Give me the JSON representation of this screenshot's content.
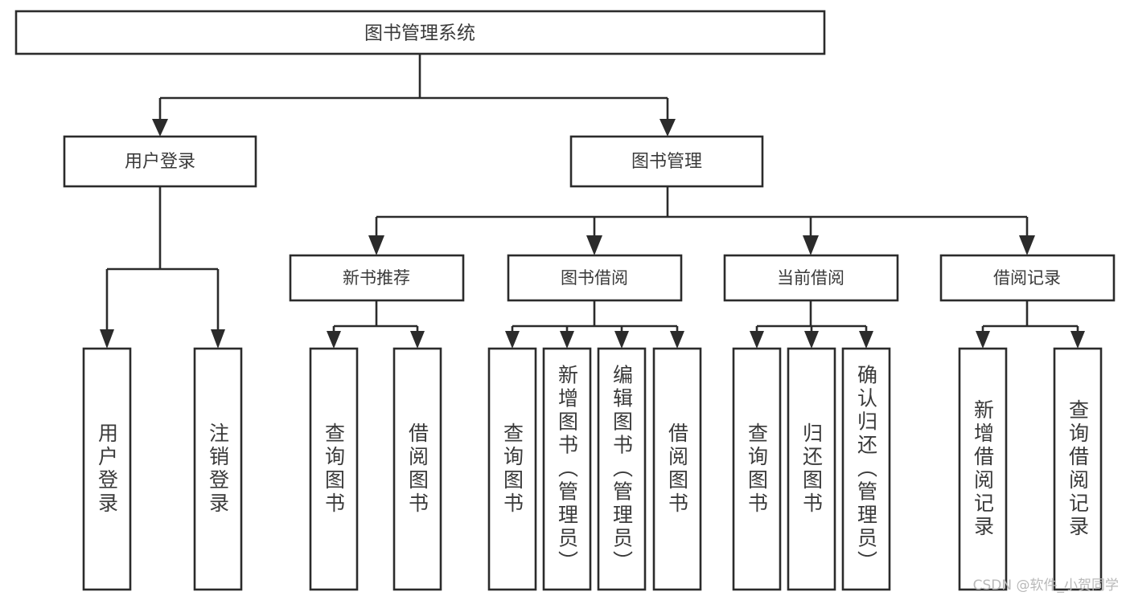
{
  "diagram": {
    "title_node": {
      "label": "图书管理系统"
    },
    "level2": [
      {
        "id": "user-login",
        "label": "用户登录"
      },
      {
        "id": "book-manage",
        "label": "图书管理"
      }
    ],
    "level3": [
      {
        "id": "new-book-recommend",
        "label": "新书推荐",
        "parent": "book-manage"
      },
      {
        "id": "book-borrow",
        "label": "图书借阅",
        "parent": "book-manage"
      },
      {
        "id": "current-borrow",
        "label": "当前借阅",
        "parent": "book-manage"
      },
      {
        "id": "borrow-record",
        "label": "借阅记录",
        "parent": "book-manage"
      }
    ],
    "leaves": {
      "user-login": [
        {
          "id": "leaf-user-login",
          "label": "用户登录"
        },
        {
          "id": "leaf-logout",
          "label": "注销登录"
        }
      ],
      "new-book-recommend": [
        {
          "id": "leaf-query-book-1",
          "label": "查询图书"
        },
        {
          "id": "leaf-borrow-book-1",
          "label": "借阅图书"
        }
      ],
      "book-borrow": [
        {
          "id": "leaf-query-book-2",
          "label": "查询图书"
        },
        {
          "id": "leaf-add-book",
          "label": "新增图书（管理员）"
        },
        {
          "id": "leaf-edit-book",
          "label": "编辑图书（管理员）"
        },
        {
          "id": "leaf-borrow-book-2",
          "label": "借阅图书"
        }
      ],
      "current-borrow": [
        {
          "id": "leaf-query-book-3",
          "label": "查询图书"
        },
        {
          "id": "leaf-return-book",
          "label": "归还图书"
        },
        {
          "id": "leaf-confirm-return",
          "label": "确认归还（管理员）"
        }
      ],
      "borrow-record": [
        {
          "id": "leaf-add-record",
          "label": "新增借阅记录"
        },
        {
          "id": "leaf-query-record",
          "label": "查询借阅记录"
        }
      ]
    }
  },
  "watermark": {
    "text": "CSDN @软件_小贺同学"
  },
  "colors": {
    "stroke": "#2b2b2b",
    "text": "#3a3a3a",
    "background": "#ffffff",
    "watermark": "#b9b9b9"
  }
}
